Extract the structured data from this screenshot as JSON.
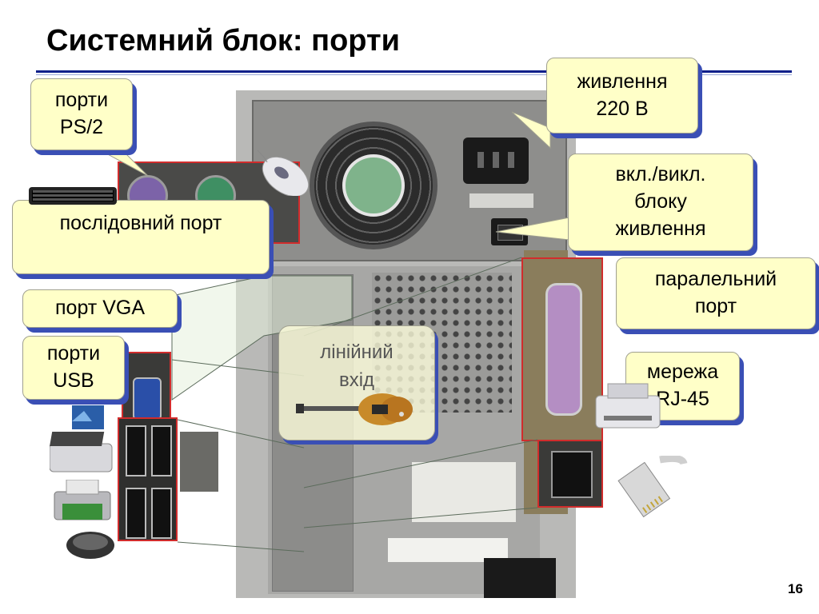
{
  "slide": {
    "title": "Системний блок: порти",
    "page_number": "16"
  },
  "callouts": {
    "ps2": "порти\nPS/2",
    "serial": "послідовний порт",
    "vga": "порт VGA",
    "usb": "порти\nUSB",
    "power": "живлення\n220 В",
    "power_switch": "вкл./викл.\nблоку\nживлення",
    "parallel": "паралельний\nпорт",
    "network": "мережа\nRJ-45",
    "line_in": "лінійний\nвхід"
  },
  "colors": {
    "callout_bg": "#ffffc8",
    "callout_shadow": "#3a4fb5",
    "title_rule": "#0b1f8a",
    "zone_border": "#d12c2c"
  },
  "icons": [
    "keyboard-icon",
    "mouse-icon",
    "scanner-icon",
    "printer-icon",
    "laser-printer-icon",
    "network-cable-icon",
    "guitar-icon",
    "webcam-icon"
  ]
}
